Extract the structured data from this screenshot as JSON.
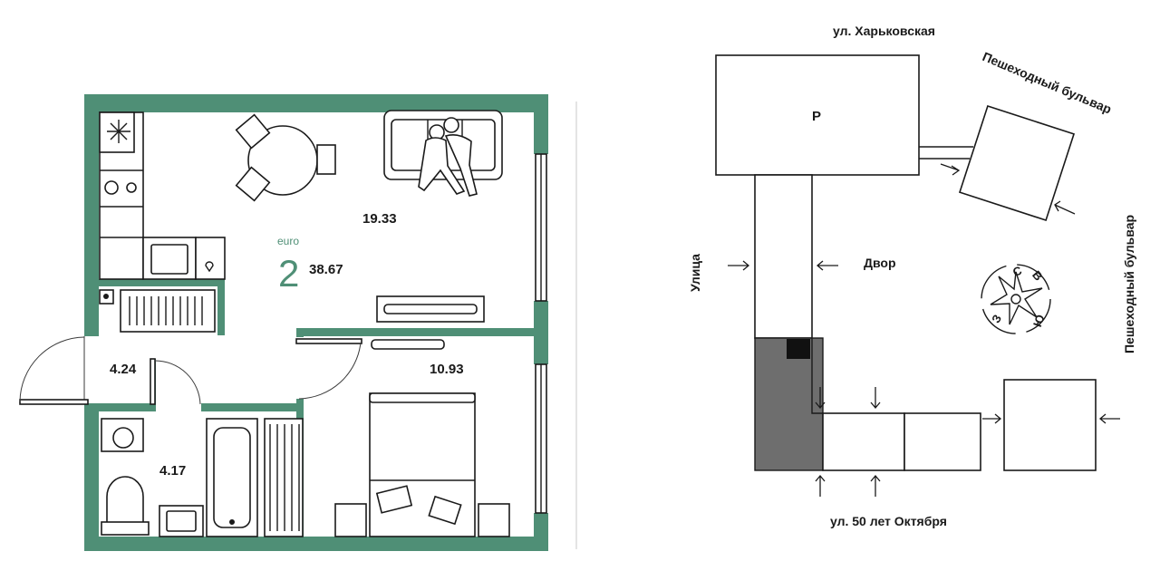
{
  "floor_plan": {
    "type_prefix": "euro",
    "rooms_count": "2",
    "total_area": "38.67",
    "rooms": [
      {
        "name": "living-kitchen",
        "area": "19.33"
      },
      {
        "name": "bedroom",
        "area": "10.93"
      },
      {
        "name": "hallway",
        "area": "4.24"
      },
      {
        "name": "bathroom",
        "area": "4.17"
      }
    ]
  },
  "site_plan": {
    "streets": {
      "north": "ул. Харьковская",
      "south": "ул. 50 лет Октября",
      "west": "Улица",
      "northeast": "Пешеходный бульвар",
      "east": "Пешеходный бульвар"
    },
    "parking_label": "P",
    "yard_label": "Двор",
    "compass": {
      "north": "С",
      "east": "В",
      "south": "Ю",
      "west": "З"
    }
  },
  "colors": {
    "wall": "#4f8f76",
    "accent_text": "#4f8f76",
    "highlight_section": "#6e6e6e",
    "lines": "#1a1a1a"
  }
}
